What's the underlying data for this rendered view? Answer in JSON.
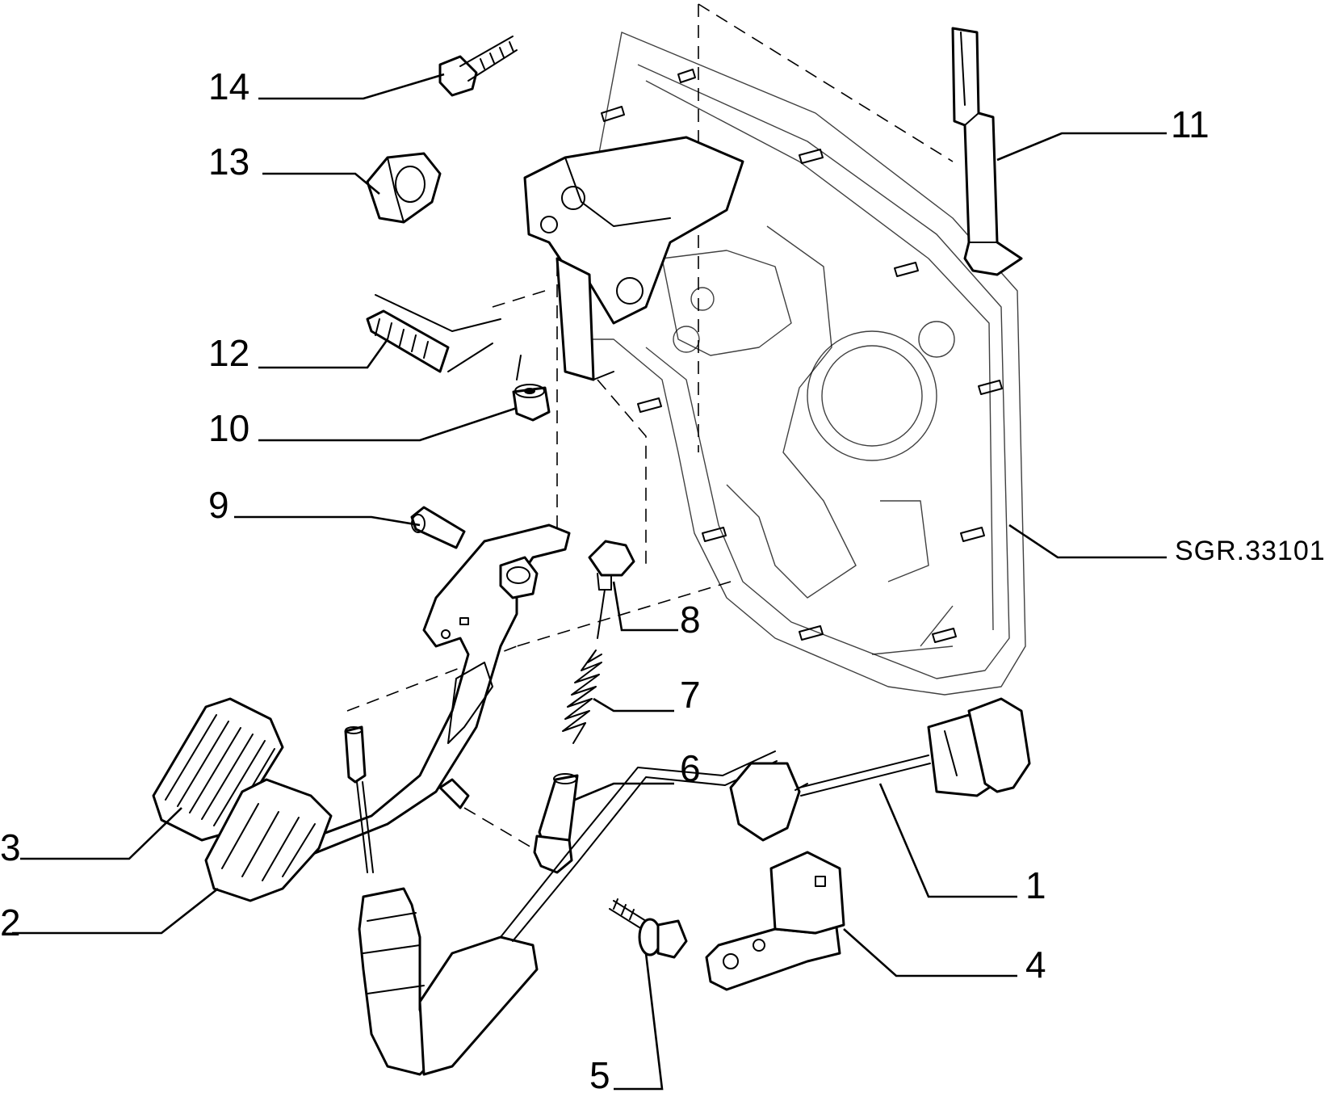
{
  "drawing_code": "SGR.33101",
  "callouts": {
    "c1": "1",
    "c2": "2",
    "c3": "3",
    "c4": "4",
    "c5": "5",
    "c6": "6",
    "c7": "7",
    "c8": "8",
    "c9": "9",
    "c10": "10",
    "c11": "11",
    "c12": "12",
    "c13": "13",
    "c14": "14"
  }
}
